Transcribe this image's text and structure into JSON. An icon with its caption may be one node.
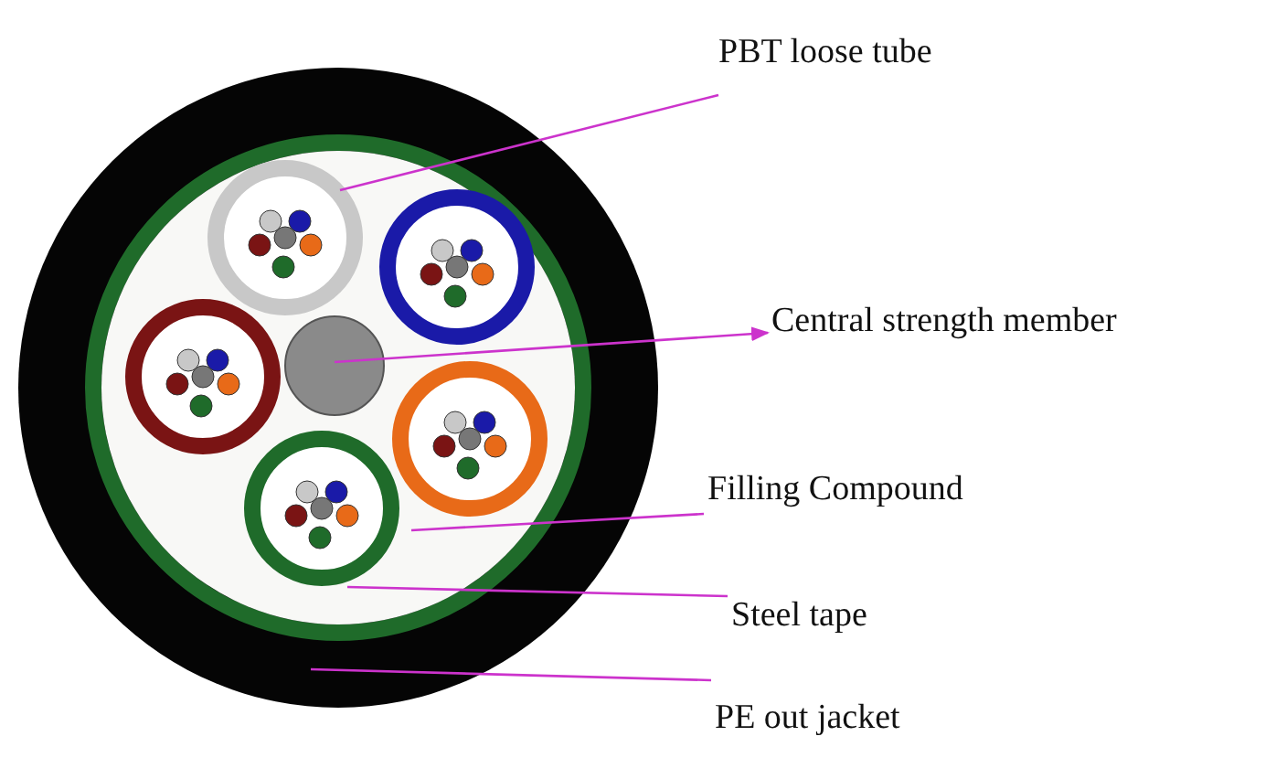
{
  "diagram": {
    "nodes": [
      {
        "text": [
          "PBT loose tube"
        ]
      },
      {
        "text": [
          "Central strength member"
        ]
      },
      {
        "text": [
          "Filling Compound"
        ]
      },
      {
        "text": [
          "Steel tape"
        ]
      },
      {
        "text": [
          "PE out jacket"
        ]
      },
      {
        "text": [],
        "shape": "circle",
        "in": 7
      },
      {
        "text": [],
        "shape": "circle",
        "in": 7
      },
      {
        "text": [],
        "shape": "circle",
        "in": 8
      },
      {
        "text": [],
        "shape": "circle",
        "in": 9
      },
      {
        "text": [],
        "shape": "circle"
      }
    ],
    "edges": [
      {
        "from": 0,
        "to": 5,
        "arrow": "none"
      },
      {
        "from": 6,
        "to": 1,
        "arrow": "to"
      },
      {
        "from": 2,
        "to": 7,
        "arrow": "none"
      },
      {
        "from": 3,
        "to": 8,
        "arrow": "none"
      },
      {
        "from": 4,
        "to": 9,
        "arrow": "none"
      }
    ]
  }
}
